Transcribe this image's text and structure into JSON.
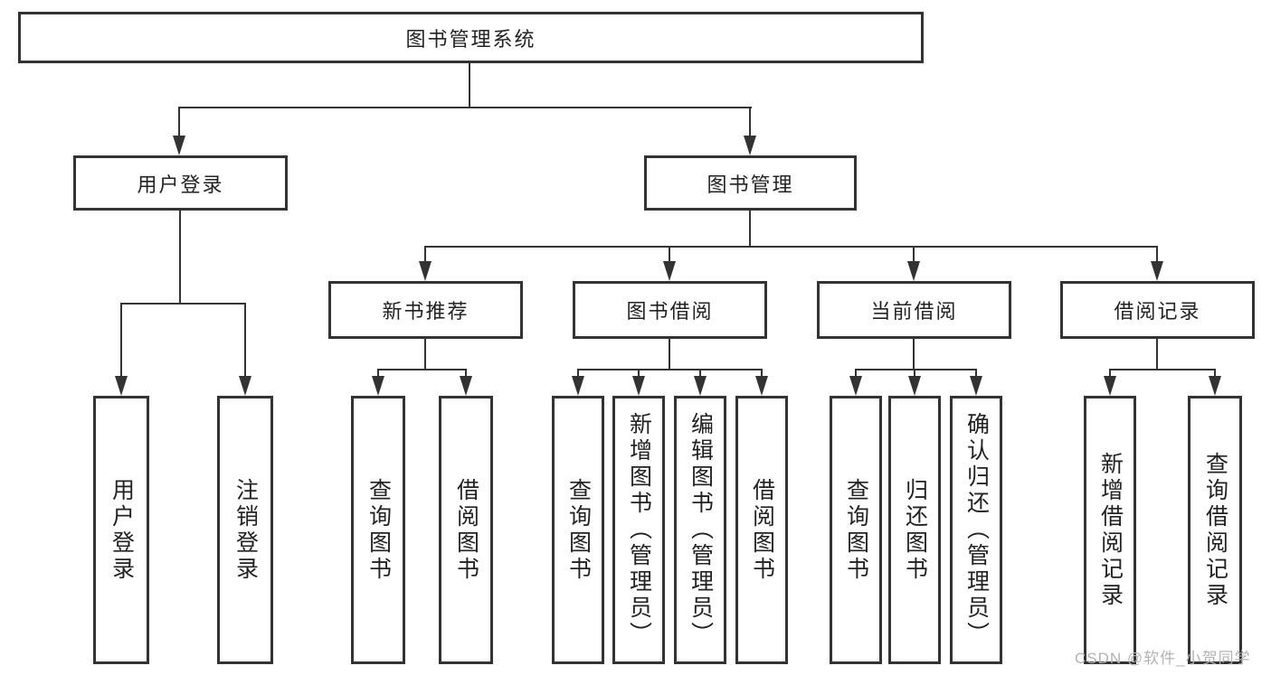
{
  "tree": {
    "label": "图书管理系统",
    "children": [
      {
        "label": "用户登录",
        "children": [
          {
            "label": "用户登录"
          },
          {
            "label": "注销登录"
          }
        ]
      },
      {
        "label": "图书管理",
        "children": [
          {
            "label": "新书推荐",
            "children": [
              {
                "label": "查询图书"
              },
              {
                "label": "借阅图书"
              }
            ]
          },
          {
            "label": "图书借阅",
            "children": [
              {
                "label": "查询图书"
              },
              {
                "label": "新增图书（管理员）"
              },
              {
                "label": "编辑图书（管理员）"
              },
              {
                "label": "借阅图书"
              }
            ]
          },
          {
            "label": "当前借阅",
            "children": [
              {
                "label": "查询图书"
              },
              {
                "label": "归还图书"
              },
              {
                "label": "确认归还（管理员）"
              }
            ]
          },
          {
            "label": "借阅记录",
            "children": [
              {
                "label": "新增借阅记录"
              },
              {
                "label": "查询借阅记录"
              }
            ]
          }
        ]
      }
    ]
  },
  "watermark": {
    "text": "CSDN @软件_小贺同学"
  },
  "colors": {
    "line": "#333333",
    "text": "#222222",
    "box_bg": "#ffffff",
    "watermark": "#b3b3b3"
  }
}
